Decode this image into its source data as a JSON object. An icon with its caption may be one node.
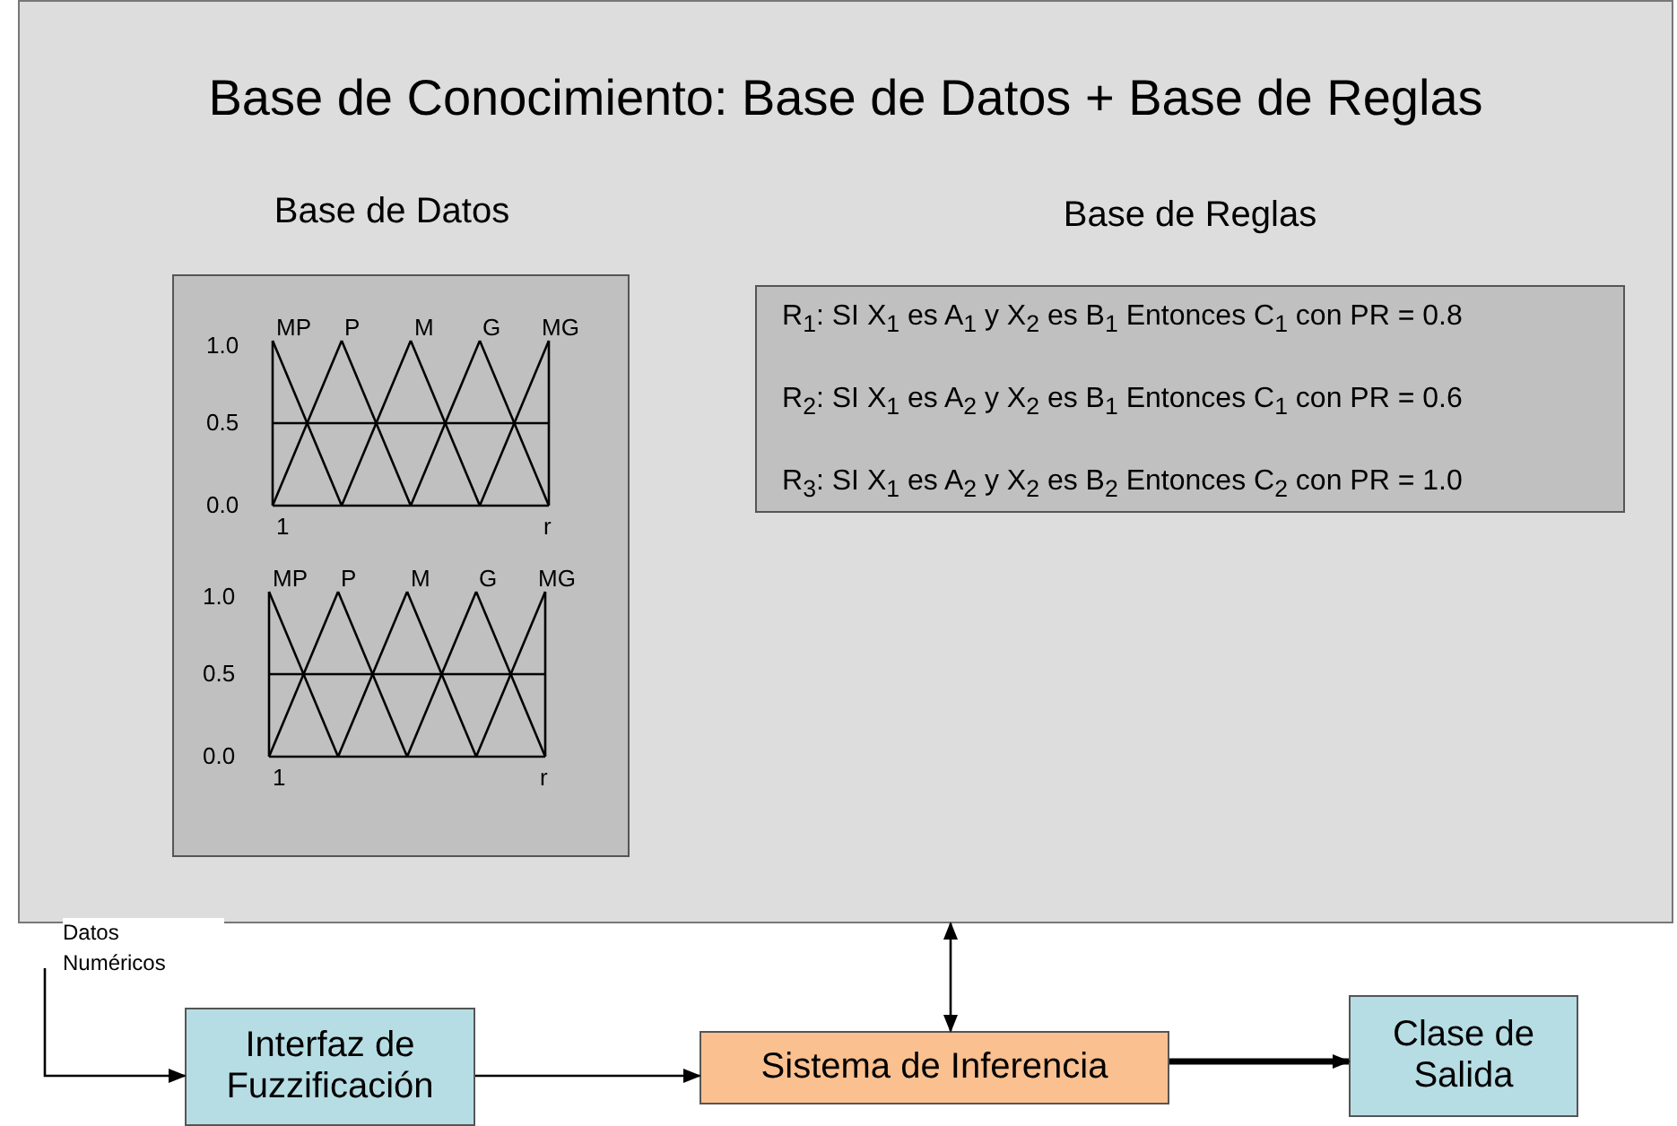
{
  "diagram": {
    "nodes": [
      {
        "text": [
          "Base de Conocimiento: Base de Datos + Base de Reglas"
        ]
      },
      {
        "text": [
          "Base de Datos"
        ],
        "in": 0
      },
      {
        "text": [
          "Base de Reglas",
          "R$_{1}$: SI X$_{1}$ es A$_{1}$ y X$_{2}$ es B$_{1}$ Entonces C$_{1}$ con PR = 0.8",
          "R$_{2}$: SI X$_{1}$ es A$_{2}$ y X$_{2}$ es B$_{1}$ Entonces C$_{1}$ con PR = 0.6",
          "R$_{3}$: SI X$_{1}$ es A$_{2}$ y X$_{2}$ es B$_{2}$ Entonces C$_{2}$ con PR = 1.0"
        ],
        "in": 0
      },
      {
        "text": [
          "Interfaz de Fuzzificación"
        ]
      },
      {
        "text": [
          "Sistema de Inferencia"
        ]
      },
      {
        "text": [
          "Clase de Salida"
        ]
      }
    ],
    "edges": [
      {
        "from": null,
        "to": 3,
        "arrow": "to",
        "label": "Datos Numéricos"
      },
      {
        "from": 3,
        "to": 4,
        "arrow": "to"
      },
      {
        "from": 4,
        "to": 5,
        "arrow": "to",
        "style": "thick"
      },
      {
        "from": 4,
        "to": 0,
        "arrow": "both"
      }
    ],
    "labels": [
      "MP",
      "P",
      "M",
      "G",
      "MG",
      "1.0",
      "0.5",
      "0.0",
      "1",
      "r",
      "MP",
      "P",
      "M",
      "G",
      "MG",
      "1.0",
      "0.5",
      "0.0",
      "1",
      "r"
    ]
  }
}
